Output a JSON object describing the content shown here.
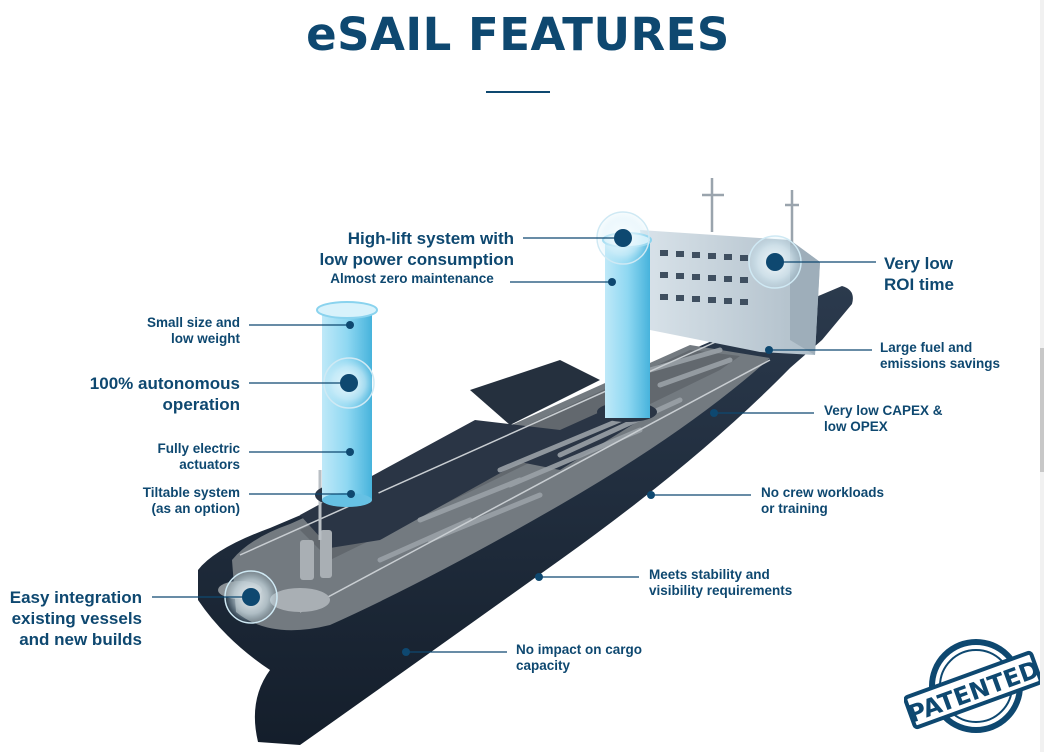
{
  "title": "eSAIL FEATURES",
  "colors": {
    "primary": "#0e4870",
    "accent": "#5fc6e9",
    "hull": "#1d2a3a",
    "deck": "#6e7479"
  },
  "features": {
    "high_lift": "High-lift system with\nlow power consumption",
    "maintenance": "Almost zero maintenance",
    "small_size": "Small size and\nlow weight",
    "autonomous": "100% autonomous\noperation",
    "electric": "Fully electric\nactuators",
    "tiltable": "Tiltable system\n(as an option)",
    "easy_integration": "Easy integration\nexisting vessels\nand new builds",
    "roi": "Very low\nROI time",
    "fuel_savings": "Large fuel and\nemissions savings",
    "capex": "Very low CAPEX &\nlow OPEX",
    "crew": "No crew workloads\nor training",
    "stability": "Meets stability and\nvisibility requirements",
    "cargo": "No impact on cargo\ncapacity"
  },
  "badge": {
    "text": "PATENTED"
  }
}
